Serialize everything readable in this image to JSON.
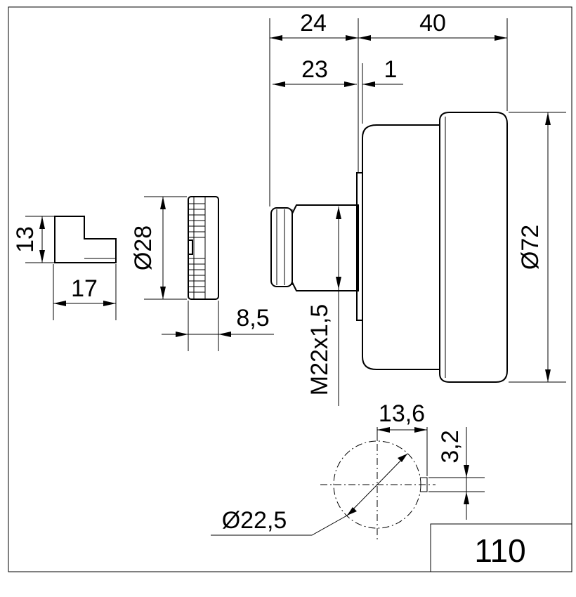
{
  "drawing": {
    "dimensions": {
      "d24": "24",
      "d40": "40",
      "d23": "23",
      "d1": "1",
      "d13": "13",
      "d17": "17",
      "dia28": "Ø28",
      "d8_5": "8,5",
      "thread": "M22x1,5",
      "dia72": "Ø72",
      "d13_6": "13,6",
      "d3_2": "3,2",
      "dia22_5": "Ø22,5"
    },
    "title_block": {
      "number": "110"
    }
  }
}
